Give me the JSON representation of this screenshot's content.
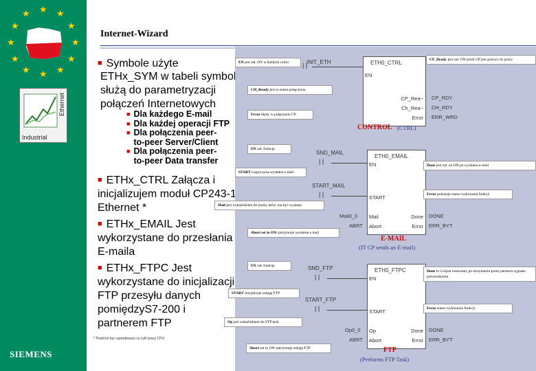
{
  "header": {
    "title": "Internet-Wizard"
  },
  "brand": {
    "logo": "SIEMENS",
    "industrial_label": "Industrial",
    "ethernet_label": "Ethernet"
  },
  "left": {
    "intro_heading": "Symbole",
    "intro_rest": " użyte",
    "intro_lines": [
      "ETHx_SYM w tabeli symboli",
      "służą do parametryzacji",
      "połączeń Internetowych"
    ],
    "sub_items": [
      "Dla każdego E-mail",
      "Dla każdej operacji FTP",
      "Dla połączenia  peer-to-peer Server/Client",
      "Dla połączenia peer-to-peer Data transfer"
    ],
    "ctrl_lines": [
      "ETHx_CTRL Załącza i",
      "inicjalizujem moduł CP243-1",
      "Ethernet *"
    ],
    "email_lines": [
      "ETHx_EMAIL Jest",
      "wykorzystane do przesłania",
      "E-maila"
    ],
    "ftpc_lines": [
      "ETHx_FTPC Jest",
      "wykorzystane do inicjalizacji",
      "FTP przesyłu danych",
      "pomiędzyS7-200 i",
      "partnerem FTP"
    ],
    "footnote": "* Powinno być wywoływany co cykl pracy CPU"
  },
  "diagram": {
    "ctrl": {
      "block_title": "ETH0_CTRL",
      "input_label": "INIT_ETH",
      "en_pin": "EN",
      "outputs": [
        {
          "left": "CP_Rea~",
          "right": "CP_RDY"
        },
        {
          "left": "Ch_Rea~",
          "right": "CH_RDY"
        },
        {
          "left": "Error",
          "right": "ERR_WRD"
        }
      ],
      "label": "CONTROL",
      "label_sub": "(CTRL)",
      "callout_en_bold": "EN",
      "callout_en": " jest zał. ON w każdym cyklu",
      "callout_chready_bold": "CH_Ready",
      "callout_chready": " jest to status połączenia",
      "callout_error_bold": "Error",
      "callout_error": " błędy w połączeniu CP",
      "callout_cpready_bold": "CP_Ready",
      "callout_cpready": " jest zał. ON jeżeli CP jest gotowy do pracy"
    },
    "email": {
      "block_title": "ETH0_EMAIL",
      "en_contact": "SND_MAIL",
      "start_contact": "START_MAIL",
      "en_pin": "EN",
      "start_pin": "START",
      "mail_pin": "Mail",
      "mail_value": "Mail0_0",
      "abort_value": "ABRT",
      "abort_pin": "Abort",
      "done_pin": "Done",
      "done_value": "DONE",
      "error_pin": "Error",
      "error_value": "ERR_BYT",
      "label": "E-MAIL",
      "label_sub": "(IT CP sends an E-mail)",
      "callout_en_bold": "EN",
      "callout_en": " zał. funkcję",
      "callout_start_bold": "START",
      "callout_start": " rozpoczyna wysłanie e mail",
      "callout_mail_bold": "Mail",
      "callout_mail": " jest wskaźnikiem do maila, który ma być wysłany",
      "callout_abort_bold": "Abort set to ON",
      "callout_abort": " zatrzymuje wysłanie e mail",
      "callout_done_bold": "Done",
      "callout_done": " jest zał. on ON po wysłaniu e-mail",
      "callout_error_bold": "Error",
      "callout_error": " pokazuje status wykonania funkcji"
    },
    "ftp": {
      "block_title": "ETH0_FTPC",
      "en_contact": "SND_FTP",
      "start_contact": "START_FTP",
      "en_pin": "EN",
      "start_pin": "START",
      "op_pin": "Op",
      "op_value": "Op0_0",
      "abort_value": "ABRT",
      "abort_pin": "Abort",
      "done_pin": "Done",
      "done_value": "DONE",
      "error_pin": "Error",
      "error_value": "ERR_BYT",
      "label": "FTP",
      "label_sub": "(Performs FTP Task)",
      "callout_en_bold": "EN",
      "callout_en": " zał. funkcję",
      "callout_start_bold": "START",
      "callout_start": " inicjalizuje usługę FTP",
      "callout_op_bold": "Op",
      "callout_op": " jest wskaźnikiem do FTP task.",
      "callout_abort_bold": "Abort",
      "callout_abort": " set to ON zatrzymuje usługę FTP",
      "callout_done_bold": "Done",
      "callout_done": " to Cośjest ustawiany po otrzymaniu przez partnera sygnału potwierdzenie",
      "callout_error_bold": "Error",
      "callout_error": " status wykonania funkcji"
    }
  },
  "colors": {
    "sidebar": "#008a5e",
    "accent_red": "#d40000",
    "diagram_bg": "#c0c4da",
    "title_blue": "#2b3a8c"
  },
  "icons": {
    "flag": "poland-eu-flag-icon",
    "logo": "industrial-ethernet-logo-icon",
    "bullet": "square-bullet-icon"
  }
}
